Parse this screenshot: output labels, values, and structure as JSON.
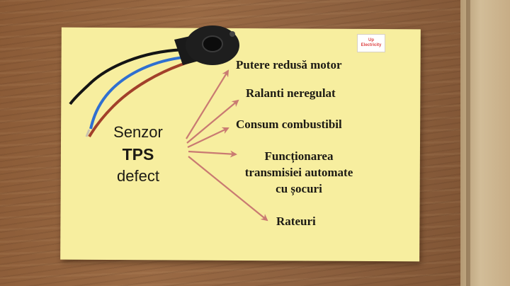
{
  "sensor_label": {
    "line1": "Senzor",
    "line2": "TPS",
    "line3": "defect"
  },
  "symptoms": [
    {
      "text": "Putere redusă motor"
    },
    {
      "text": "Ralanti neregulat"
    },
    {
      "text": "Consum combustibil"
    },
    {
      "text": "Funcționarea",
      "line2": "transmisiei automate",
      "line3": "cu șocuri"
    },
    {
      "text": "Rateuri"
    }
  ],
  "logo": {
    "line1": "Up",
    "line2": "Electricity"
  },
  "colors": {
    "card": "#f7ee9f",
    "arrow": "#c97a72",
    "wire_black": "#141414",
    "wire_blue": "#2f6fd0",
    "wire_red": "#a2402a",
    "sensor_body": "#1a1a1a"
  }
}
